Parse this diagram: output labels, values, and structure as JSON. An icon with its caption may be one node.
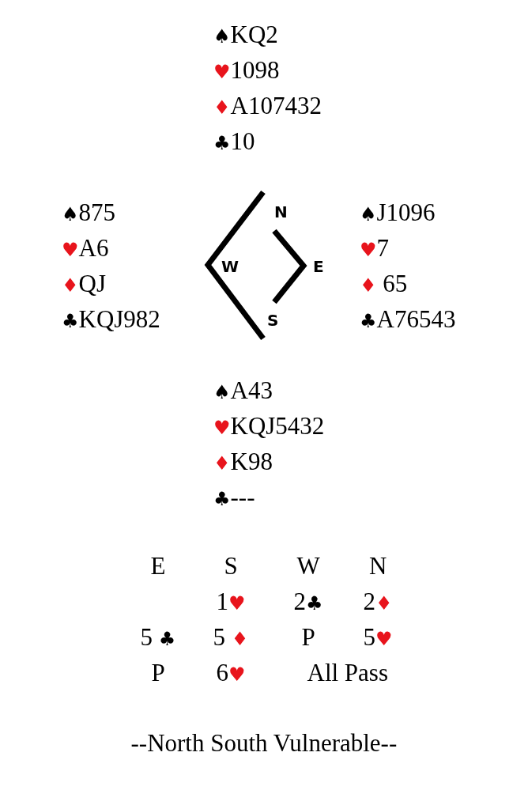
{
  "diagram": {
    "labels": [
      "♠KQ2",
      "♥1098",
      "♦A107432",
      "♣10",
      "♠875",
      "♥A6",
      "♦QJ",
      "♣KQJ982",
      "♠J1096",
      "♥7",
      "♦ 65",
      "♣A76543",
      "♠A43",
      "♥KQJ5432",
      "♦K98",
      "♣---",
      "N",
      "W",
      "E",
      "S",
      "E",
      "S",
      "W",
      "N",
      "1♥",
      "2♣",
      "2♦",
      "5 ♣",
      "5 ♦",
      "P",
      "5♥",
      "P",
      "6♥",
      "All Pass",
      "--North South Vulnerable--"
    ]
  }
}
